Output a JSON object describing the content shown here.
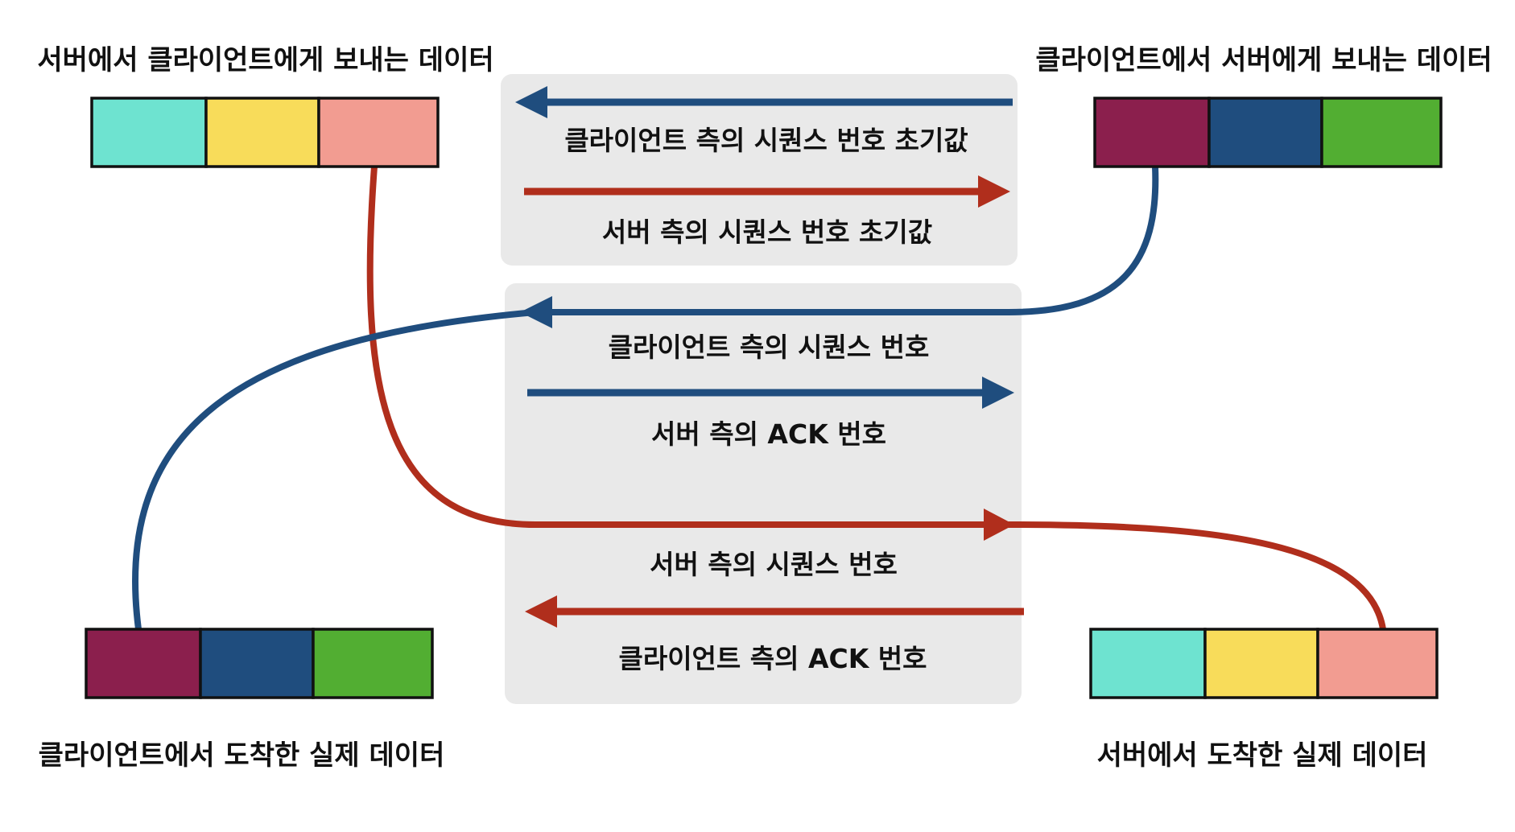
{
  "corners": {
    "top_left": "서버에서 클라이언트에게 보내는 데이터",
    "top_right": "클라이언트에서 서버에게 보내는 데이터",
    "bottom_left": "클라이언트에서 도착한 실제 데이터",
    "bottom_right": "서버에서 도착한 실제 데이터"
  },
  "handshake": {
    "client_seq_init": "클라이언트 측의 시퀀스 번호 초기값",
    "server_seq_init": "서버 측의 시퀀스 번호 초기값"
  },
  "exchange": {
    "client_seq": "클라이언트 측의 시퀀스 번호",
    "server_ack": "서버 측의 ACK 번호",
    "server_seq": "서버 측의 시퀀스 번호",
    "client_ack": "클라이언트 측의 ACK 번호"
  },
  "colors": {
    "server_blocks": [
      "#6ee3d0",
      "#f8dc5a",
      "#f29c91"
    ],
    "client_blocks": [
      "#8b1f4d",
      "#1f4d7e",
      "#52ae32"
    ],
    "client_arrow": "#1f4d7e",
    "server_arrow": "#b02e1c",
    "panel": "#e9e9e9"
  }
}
